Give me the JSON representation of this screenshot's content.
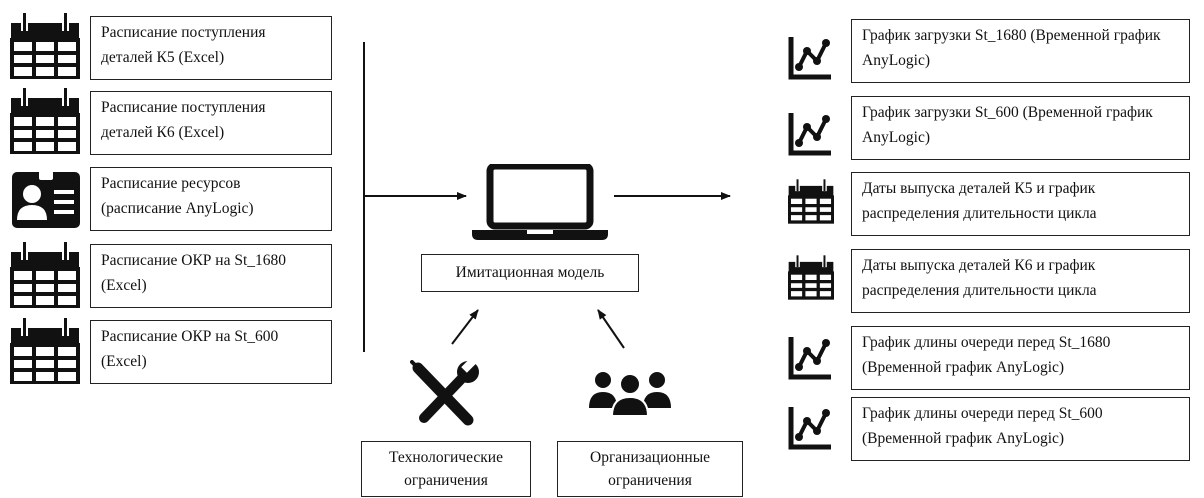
{
  "inputs": [
    {
      "icon": "calendar-icon",
      "label": "Расписание поступления деталей К5 (Excel)"
    },
    {
      "icon": "calendar-icon",
      "label": "Расписание поступления деталей К6 (Excel)"
    },
    {
      "icon": "id-badge-icon",
      "label": "Расписание ресурсов (расписание AnyLogic)"
    },
    {
      "icon": "calendar-icon",
      "label": "Расписание ОКР на St_1680 (Excel)"
    },
    {
      "icon": "calendar-icon",
      "label": "Расписание ОКР на St_600 (Excel)"
    }
  ],
  "model": {
    "icon": "laptop-icon",
    "label": "Имитационная модель"
  },
  "constraints": [
    {
      "icon": "tools-icon",
      "label": "Технологические ограничения"
    },
    {
      "icon": "people-icon",
      "label": "Организационные ограничения"
    }
  ],
  "outputs": [
    {
      "icon": "line-chart-icon",
      "label": "График загрузки St_1680 (Временной график AnyLogic)"
    },
    {
      "icon": "line-chart-icon",
      "label": "График загрузки St_600 (Временной график AnyLogic)"
    },
    {
      "icon": "calendar-icon",
      "label": "Даты выпуска деталей К5 и график распределения длительности цикла"
    },
    {
      "icon": "calendar-icon",
      "label": "Даты выпуска деталей К6 и график распределения длительности цикла"
    },
    {
      "icon": "line-chart-icon",
      "label": "График длины очереди перед St_1680 (Временной график AnyLogic)"
    },
    {
      "icon": "line-chart-icon",
      "label": "График длины очереди перед St_600 (Временной график AnyLogic)"
    }
  ],
  "colors": {
    "ink": "#111111",
    "border": "#222222",
    "background": "#ffffff"
  }
}
